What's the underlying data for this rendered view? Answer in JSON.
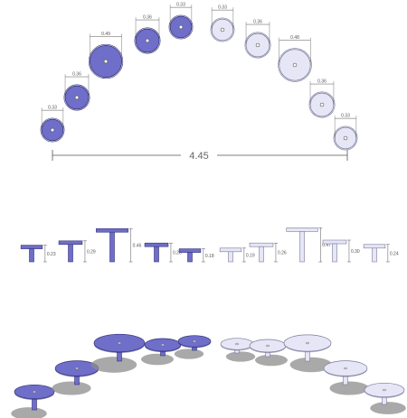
{
  "top_view": {
    "span_label": "4.45",
    "diameters": [
      {
        "label": "0.33",
        "shade": "dark"
      },
      {
        "label": "0.36",
        "shade": "dark"
      },
      {
        "label": "0.49",
        "shade": "dark"
      },
      {
        "label": "0.36",
        "shade": "dark"
      },
      {
        "label": "0.33",
        "shade": "dark"
      },
      {
        "label": "0.33",
        "shade": "light"
      },
      {
        "label": "0.36",
        "shade": "light"
      },
      {
        "label": "0.48",
        "shade": "light"
      },
      {
        "label": "0.36",
        "shade": "light"
      },
      {
        "label": "0.33",
        "shade": "light"
      }
    ]
  },
  "side_view": {
    "heights": [
      {
        "label": "0.23",
        "shade": "dark"
      },
      {
        "label": "0.29",
        "shade": "dark"
      },
      {
        "label": "0.46",
        "shade": "dark"
      },
      {
        "label": "0.26",
        "shade": "dark"
      },
      {
        "label": "0.18",
        "shade": "dark"
      },
      {
        "label": "0.19",
        "shade": "light"
      },
      {
        "label": "0.26",
        "shade": "light"
      },
      {
        "label": "0.47",
        "shade": "light"
      },
      {
        "label": "0.30",
        "shade": "light"
      },
      {
        "label": "0.24",
        "shade": "light"
      }
    ]
  },
  "colors": {
    "dark_fill": "#6f6ec9",
    "dark_stroke": "#33337a",
    "light_fill": "#e6e6f7",
    "light_stroke": "#7a7a9a",
    "dim_line": "#555555",
    "shadow": "#8c8c8c"
  }
}
